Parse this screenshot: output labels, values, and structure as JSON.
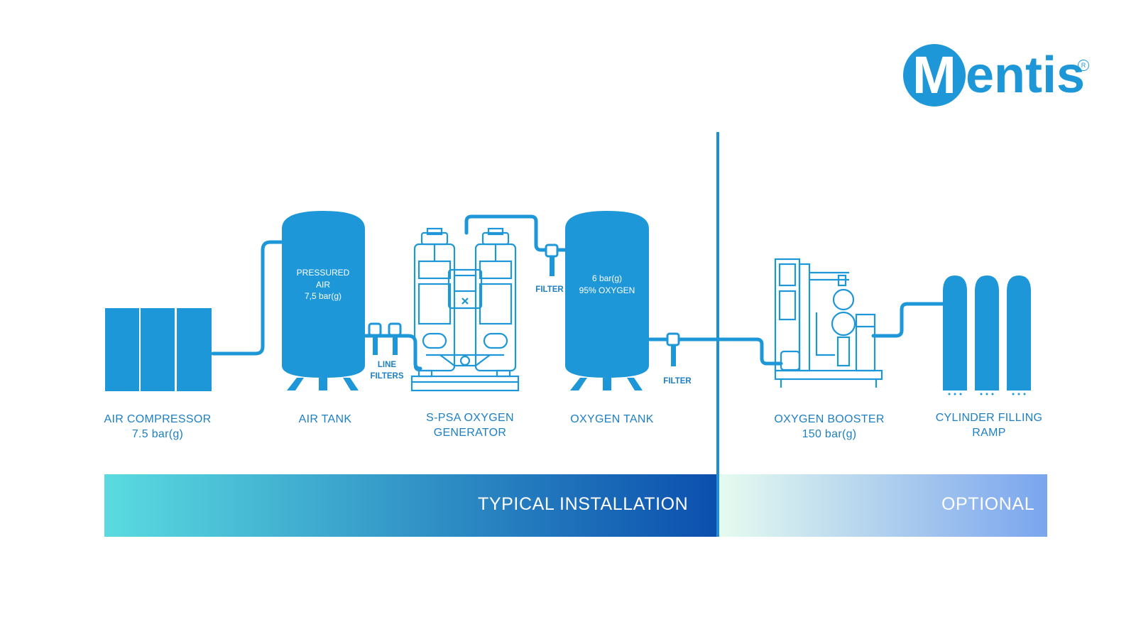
{
  "logo": {
    "brand": "Mentis",
    "initial": "M",
    "rest": "entis",
    "registered": "R"
  },
  "components": {
    "air_compressor": {
      "line1": "AIR COMPRESSOR",
      "line2": "7.5 bar(g)"
    },
    "air_tank": {
      "line1": "AIR TANK"
    },
    "spsa_generator": {
      "line1": "S-PSA OXYGEN",
      "line2": "GENERATOR"
    },
    "oxygen_tank": {
      "line1": "OXYGEN TANK"
    },
    "oxygen_booster": {
      "line1": "OXYGEN BOOSTER",
      "line2": "150 bar(g)"
    },
    "cylinder_ramp": {
      "line1": "CYLINDER FILLING",
      "line2": "RAMP"
    }
  },
  "tank_labels": {
    "air_tank": {
      "line1": "PRESSURED",
      "line2": "AIR",
      "line3": "7,5 bar(g)"
    },
    "oxygen_tank": {
      "line1": "6 bar(g)",
      "line2": "95% OXYGEN"
    }
  },
  "filter_labels": {
    "line_filters_1": "LINE",
    "line_filters_2": "FILTERS",
    "filter_top": "FILTER",
    "filter_bottom": "FILTER"
  },
  "bands": {
    "typical": "TYPICAL INSTALLATION",
    "optional": "OPTIONAL"
  },
  "colors": {
    "primary_blue": "#1e97d8",
    "label_blue": "#1d7fc4",
    "band_typical_start": "#5adbe0",
    "band_typical_end": "#0b4fae",
    "band_optional_start": "#e6fbef",
    "band_optional_end": "#7aa5ee",
    "divider": "#1e8fd6"
  }
}
